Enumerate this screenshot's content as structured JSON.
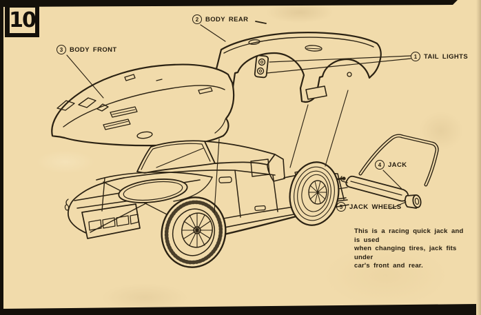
{
  "page": {
    "step_number": "10",
    "paper_color": "#f1dbab",
    "ink_color": "#2b2213"
  },
  "callouts": [
    {
      "id": "tail-lights",
      "number": "1",
      "label": "TAIL LIGHTS"
    },
    {
      "id": "body-rear",
      "number": "2",
      "label": "BODY REAR"
    },
    {
      "id": "body-front",
      "number": "3",
      "label": "BODY FRONT"
    },
    {
      "id": "jack",
      "number": "4",
      "label": "JACK"
    },
    {
      "id": "jack-wheels",
      "number": "5",
      "label": "JACK WHEELS"
    }
  ],
  "note": {
    "text": "This is a racing quick jack and is used\nwhen changing tires, jack fits under\ncar's front and rear."
  }
}
